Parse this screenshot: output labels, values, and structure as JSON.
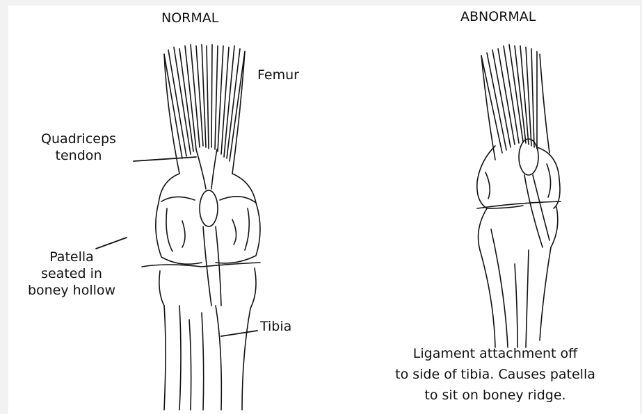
{
  "normal": {
    "heading": "NORMAL",
    "labels": {
      "femur": "Femur",
      "quadriceps_line1": "Quadriceps",
      "quadriceps_line2": "tendon",
      "patella_line1": "Patella",
      "patella_line2": "seated in",
      "patella_line3": "boney hollow",
      "tibia": "Tibia"
    }
  },
  "abnormal": {
    "heading": "ABNORMAL",
    "caption_line1": "Ligament attachment off",
    "caption_line2": "to side of tibia. Causes patella",
    "caption_line3": "to sit on boney ridge."
  },
  "colors": {
    "line": "#111111",
    "background": "#ffffff",
    "page": "#f2f2f2"
  }
}
